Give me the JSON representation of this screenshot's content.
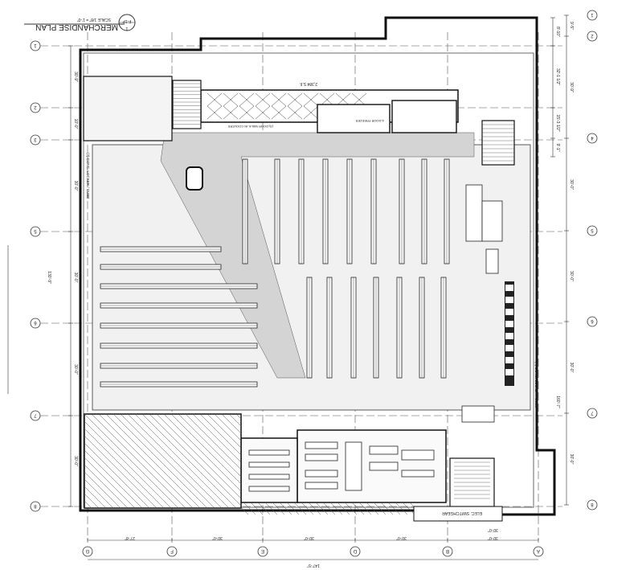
{
  "title_block": {
    "title": "MERCHANDISE PLAN",
    "scale": "SCALE 1/8\" = 1'-0\"",
    "sheet_ref": "F-1P",
    "detail_number": "1"
  },
  "grid_columns": [
    "G",
    "F",
    "E",
    "D",
    "B",
    "A"
  ],
  "grid_rows_left": [
    "1",
    "2",
    "3",
    "5",
    "6",
    "7",
    "8"
  ],
  "grid_rows_right": [
    "1",
    "2",
    "4",
    "5",
    "6",
    "7",
    "8"
  ],
  "dimensions": {
    "bottom": [
      "27'-8\"",
      "30'-0\"",
      "30'-0\"",
      "30'-0\"",
      "30'-0\"",
      "30'-0\""
    ],
    "bottom_total": "147'-5\"",
    "right_inner": [
      "8'-10\"",
      "32'-1 1/2\"",
      "15'-3 1/2\"",
      "9'-1\""
    ],
    "right_inner_total": "160'-7\"",
    "right_outer": [
      "9'-5\"",
      "30'-9\"",
      "30'-0\"",
      "30'-0\"",
      "30'-0\"",
      "30'-0\""
    ],
    "left_outer": [
      "30'-9\"",
      "10'-0\"",
      "30'-0\"",
      "30'-0\"",
      "30'-0\"",
      "30'-0\""
    ],
    "left_total": "130'-9\""
  },
  "room_labels": {
    "switchgear": "ELEC. SWITCHGEAR",
    "backroom_area": "2,384 S.F.",
    "coolers": "(3) DOOR WALK-IN COOLERS",
    "freezer": "4-DOOR FREEZER",
    "checkouts_right": "(4) CONC. LOCKER / CUBB",
    "checkouts_left": "(2) CONC. LOCKER / CUBB"
  }
}
